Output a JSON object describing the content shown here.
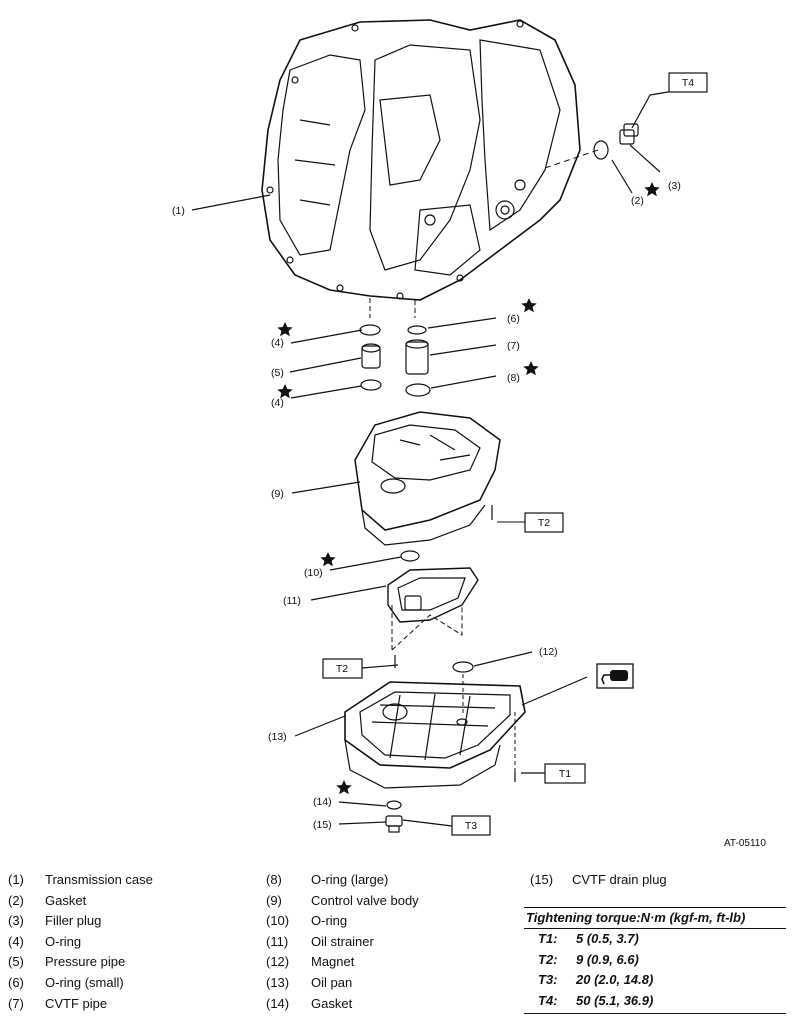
{
  "figure_id": "AT-05110",
  "callouts": {
    "c1": "(1)",
    "c2": "(2)",
    "c3": "(3)",
    "c4a": "(4)",
    "c4b": "(4)",
    "c5": "(5)",
    "c6": "(6)",
    "c7": "(7)",
    "c8": "(8)",
    "c9": "(9)",
    "c10": "(10)",
    "c11": "(11)",
    "c12": "(12)",
    "c13": "(13)",
    "c14": "(14)",
    "c15": "(15)"
  },
  "torque_tags": {
    "t4": "T4",
    "t2a": "T2",
    "t2b": "T2",
    "t1": "T1",
    "t3": "T3"
  },
  "legend": {
    "col1": [
      {
        "num": "(1)",
        "name": "Transmission case"
      },
      {
        "num": "(2)",
        "name": "Gasket"
      },
      {
        "num": "(3)",
        "name": "Filler plug"
      },
      {
        "num": "(4)",
        "name": "O-ring"
      },
      {
        "num": "(5)",
        "name": "Pressure pipe"
      },
      {
        "num": "(6)",
        "name": "O-ring (small)"
      },
      {
        "num": "(7)",
        "name": "CVTF pipe"
      }
    ],
    "col2": [
      {
        "num": "(8)",
        "name": "O-ring (large)"
      },
      {
        "num": "(9)",
        "name": "Control valve body"
      },
      {
        "num": "(10)",
        "name": "O-ring"
      },
      {
        "num": "(11)",
        "name": "Oil strainer"
      },
      {
        "num": "(12)",
        "name": "Magnet"
      },
      {
        "num": "(13)",
        "name": "Oil pan"
      },
      {
        "num": "(14)",
        "name": "Gasket"
      }
    ],
    "col3": [
      {
        "num": "(15)",
        "name": "CVTF drain plug"
      }
    ]
  },
  "torque_table": {
    "header": "Tightening torque:N·m (kgf-m, ft-lb)",
    "rows": [
      {
        "key": "T1:",
        "value": "5 (0.5, 3.7)"
      },
      {
        "key": "T2:",
        "value": "9 (0.9, 6.6)"
      },
      {
        "key": "T3:",
        "value": "20 (2.0, 14.8)"
      },
      {
        "key": "T4:",
        "value": "50 (5.1, 36.9)"
      }
    ]
  }
}
